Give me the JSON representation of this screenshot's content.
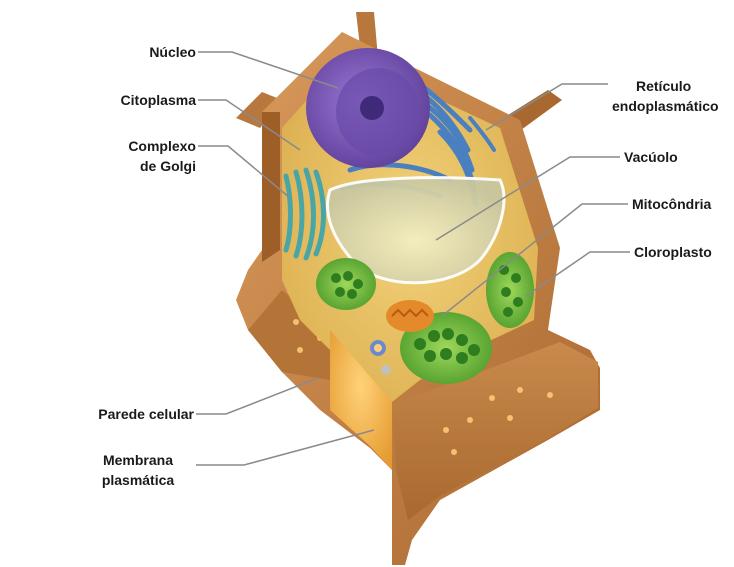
{
  "diagram": {
    "labels": {
      "nucleo": "Núcleo",
      "citoplasma": "Citoplasma",
      "golgi": [
        "Complexo",
        "de Golgi"
      ],
      "reticulo": [
        "Retículo",
        "endoplasmático"
      ],
      "vacuolo": "Vacúolo",
      "mitocondria": "Mitocôndria",
      "cloroplasto": "Cloroplasto",
      "parede": "Parede celular",
      "membrana": [
        "Membrana",
        "plasmática"
      ]
    },
    "colors": {
      "wall": "#c8874a",
      "wall_dark": "#9a5b28",
      "cytoplasm": "#e9c86a",
      "nucleus": "#7a58b4",
      "nucleolus": "#3f2a7a",
      "er": "#4a7fc0",
      "golgi": "#4aa6a6",
      "vacuole": "#d8d8b0",
      "chloroplast": "#3aa035",
      "mitochondria": "#e48a2a",
      "leader": "#8a8a8a"
    }
  }
}
